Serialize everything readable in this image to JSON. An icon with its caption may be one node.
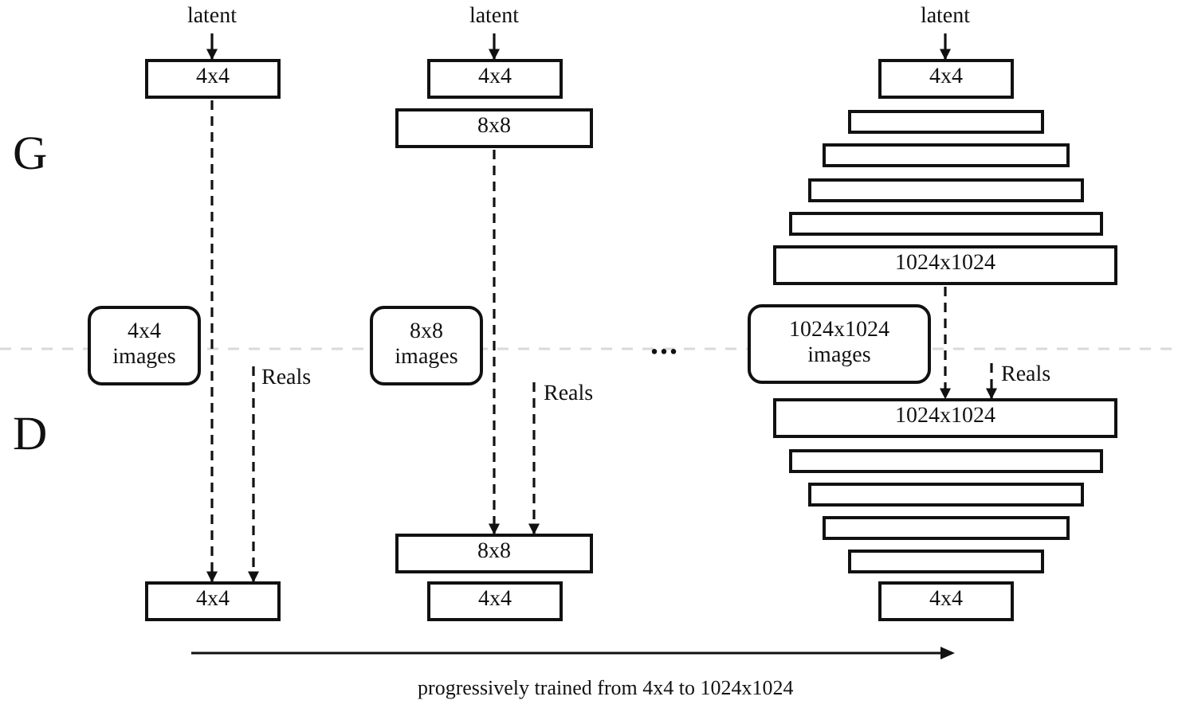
{
  "diagram": {
    "nodes": [
      {
        "text": [
          "latent"
        ]
      },
      {
        "text": [
          "4x4"
        ]
      },
      {
        "text": [
          "4x4 images"
        ]
      },
      {
        "text": [
          "Reals"
        ]
      },
      {
        "text": [
          "4x4"
        ]
      },
      {
        "text": [
          "latent"
        ]
      },
      {
        "text": [
          "4x4"
        ]
      },
      {
        "text": [
          "8x8"
        ]
      },
      {
        "text": [
          "8x8 images"
        ]
      },
      {
        "text": [
          "Reals"
        ]
      },
      {
        "text": [
          "8x8"
        ]
      },
      {
        "text": [
          "4x4"
        ]
      },
      {
        "text": [
          "latent"
        ]
      },
      {
        "text": [
          "4x4"
        ]
      },
      {
        "text": [],
        "shape": "box"
      },
      {
        "text": [],
        "shape": "box"
      },
      {
        "text": [],
        "shape": "box"
      },
      {
        "text": [],
        "shape": "box"
      },
      {
        "text": [
          "1024x1024"
        ]
      },
      {
        "text": [
          "1024x1024 images"
        ]
      },
      {
        "text": [
          "Reals"
        ]
      },
      {
        "text": [
          "1024x1024"
        ]
      },
      {
        "text": [],
        "shape": "box"
      },
      {
        "text": [],
        "shape": "box"
      },
      {
        "text": [],
        "shape": "box"
      },
      {
        "text": [],
        "shape": "box"
      },
      {
        "text": [
          "4x4"
        ]
      }
    ],
    "edges": [
      {
        "from": 0,
        "to": 1,
        "arrow": "to"
      },
      {
        "from": 1,
        "to": 4,
        "arrow": "to",
        "style": "dashed"
      },
      {
        "from": 3,
        "to": 4,
        "arrow": "to",
        "style": "dashed"
      },
      {
        "from": 5,
        "to": 6,
        "arrow": "to"
      },
      {
        "from": 7,
        "to": 10,
        "arrow": "to",
        "style": "dashed"
      },
      {
        "from": 9,
        "to": 10,
        "arrow": "to",
        "style": "dashed"
      },
      {
        "from": 12,
        "to": 13,
        "arrow": "to"
      },
      {
        "from": 18,
        "to": 21,
        "arrow": "to",
        "style": "dashed"
      },
      {
        "from": 20,
        "to": 21,
        "arrow": "to",
        "style": "dashed"
      }
    ],
    "labels": [
      "G",
      "...",
      "D",
      "progressively trained from 4x4 to 1024x1024"
    ]
  }
}
